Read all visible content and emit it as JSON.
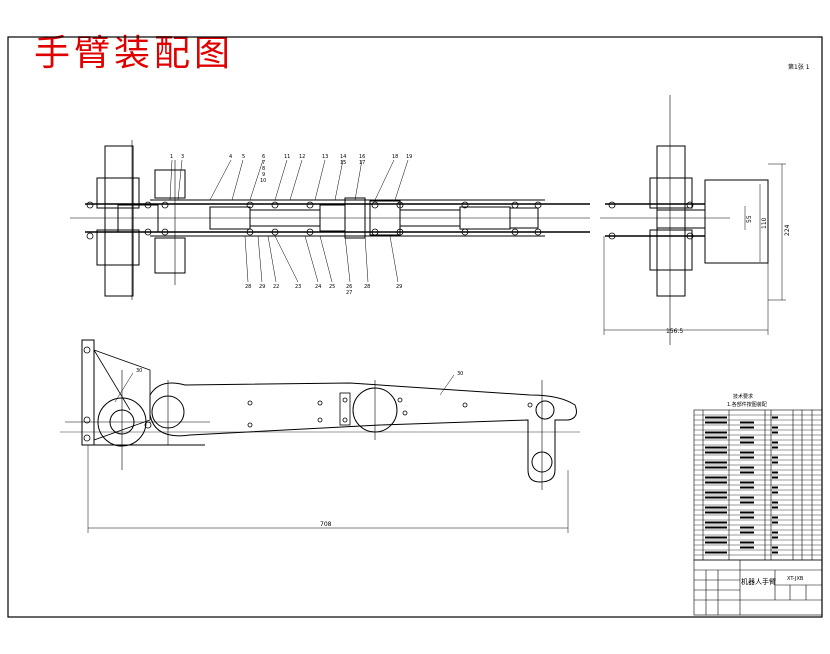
{
  "drawing": {
    "title": "手臂装配图",
    "scale_note": "第1张 1"
  },
  "top_view": {
    "balloons_top": [
      "1",
      "3",
      "4",
      "5",
      "6",
      "7",
      "8",
      "9",
      "10",
      "11",
      "12",
      "13",
      "14",
      "15",
      "16",
      "17",
      "18",
      "19"
    ],
    "balloons_bottom": [
      "28",
      "29",
      "22",
      "23",
      "24",
      "25",
      "26",
      "27",
      "28",
      "29"
    ]
  },
  "end_view": {
    "dim_height": "55",
    "dim_inner": "110",
    "dim_total": "224",
    "dim_width": "156.5"
  },
  "front_view": {
    "balloon_left": "30",
    "balloon_right": "30",
    "dim_overall": "708"
  },
  "title_block": {
    "header_1": "技术要求",
    "header_2": "1.各部件按图装配",
    "drawing_name": "机器人手臂",
    "drawing_code": "XT-JXB"
  }
}
